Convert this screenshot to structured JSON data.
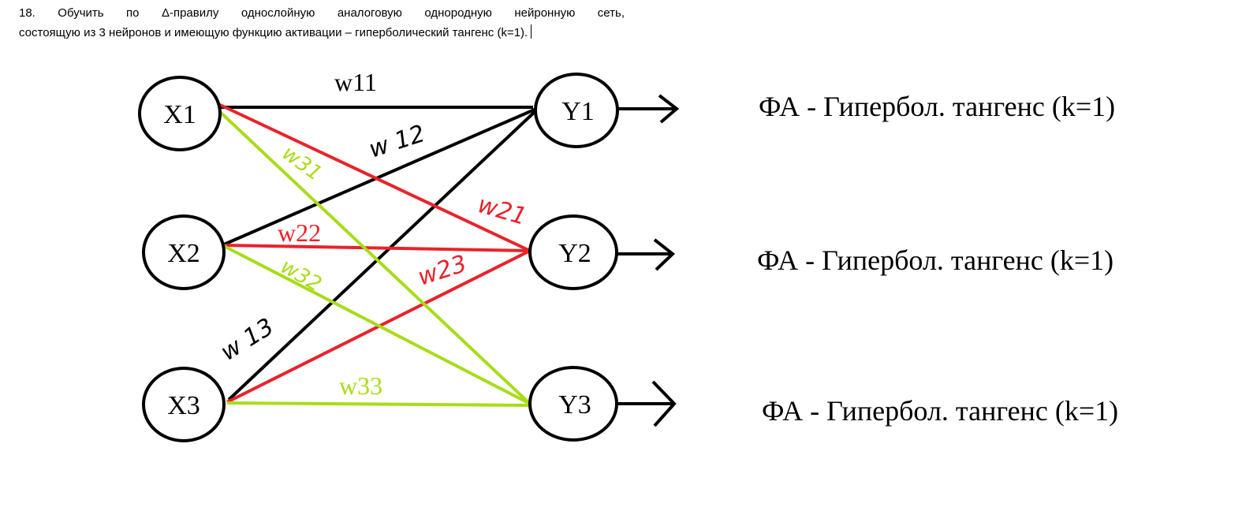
{
  "task": {
    "line1": "18.  Обучить  по  Δ-правилу  однослойную  аналоговую  однородную  нейронную  сеть,",
    "line2": "состоящую из 3 нейронов и имеющую функцию активации – гиперболический тангенс (k=1)."
  },
  "inputs": [
    "X1",
    "X2",
    "X3"
  ],
  "outputs": [
    "Y1",
    "Y2",
    "Y3"
  ],
  "weights": {
    "w11": "w11",
    "w12": "w 12",
    "w13": "w 13",
    "w21": "w21",
    "w22": "w22",
    "w23": "w23",
    "w31": "w31",
    "w32": "w32",
    "w33": "w33"
  },
  "activation_labels": [
    "ФА - Гипербол. тангенс (k=1)",
    "ФА - Гипербол. тангенс (k=1)",
    "ФА - Гипербол. тангенс (k=1)"
  ],
  "colors": {
    "group1": "#000000",
    "group2": "#e8232b",
    "group3": "#a8dc18"
  }
}
